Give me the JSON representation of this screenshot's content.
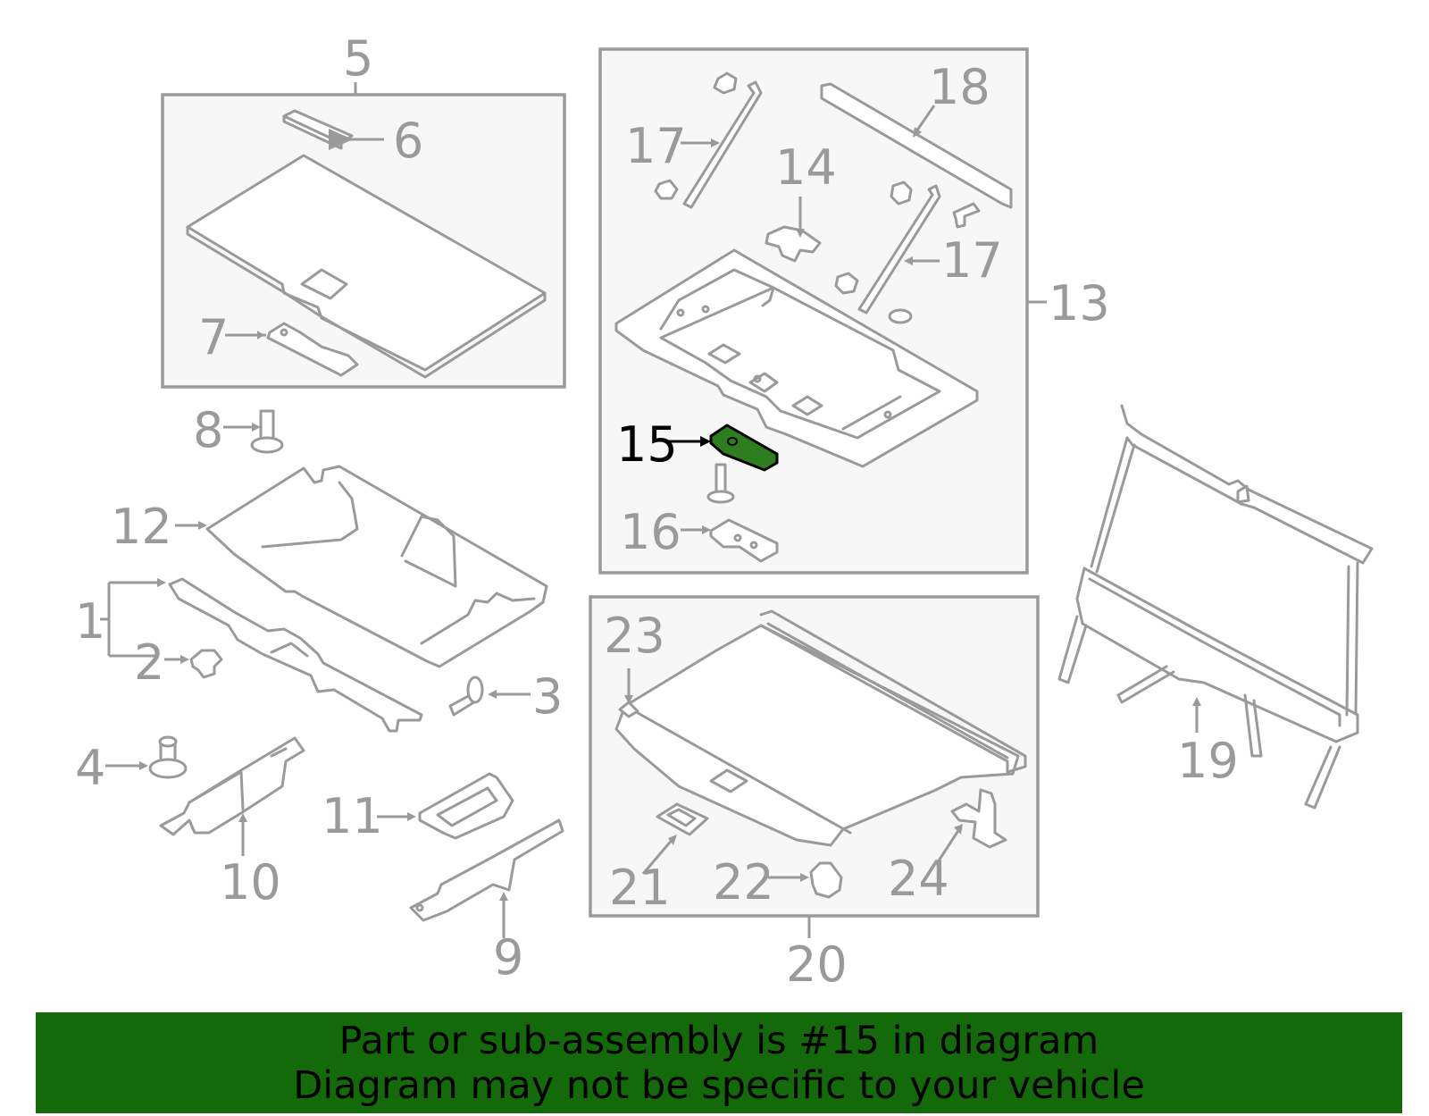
{
  "colors": {
    "line": "#9a9a9a",
    "highlight_fill": "#2e7d1f",
    "banner_bg": "#146a0b",
    "box_fill": "#f7f7f7"
  },
  "callouts": {
    "c1": "1",
    "c2": "2",
    "c3": "3",
    "c4": "4",
    "c5": "5",
    "c6": "6",
    "c7": "7",
    "c8": "8",
    "c9": "9",
    "c10": "10",
    "c11": "11",
    "c12": "12",
    "c13": "13",
    "c14": "14",
    "c15": "15",
    "c16": "16",
    "c17a": "17",
    "c17b": "17",
    "c18": "18",
    "c19": "19",
    "c20": "20",
    "c21": "21",
    "c22": "22",
    "c23": "23",
    "c24": "24"
  },
  "highlighted_part": "15",
  "banner": {
    "line1": "Part or sub-assembly is #15 in diagram",
    "line2": "Diagram may not be specific to your vehicle"
  }
}
